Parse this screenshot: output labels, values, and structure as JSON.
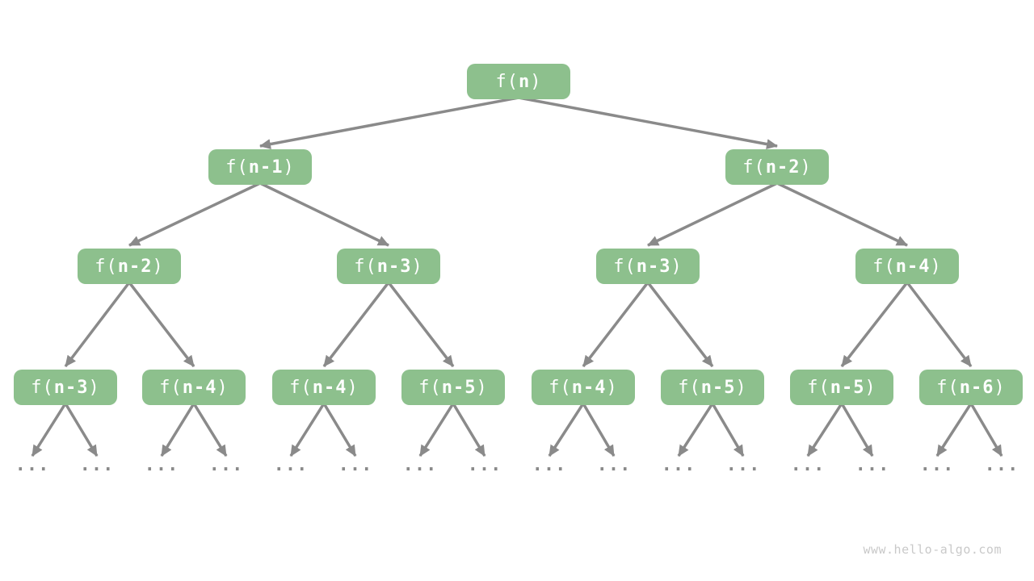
{
  "colors": {
    "background": "#ffffff",
    "node_fill": "#8dc08d",
    "node_text": "#ffffff",
    "arrow": "#8a8a8a",
    "dots": "#8a8a8a",
    "watermark": "#c9c9c9"
  },
  "watermark": "www.hello-algo.com",
  "tree": {
    "ellipsis": "...",
    "nodes": [
      {
        "pre": "f(",
        "arg": "n",
        "post": ")"
      },
      {
        "pre": "f(",
        "arg": "n-1",
        "post": ")"
      },
      {
        "pre": "f(",
        "arg": "n-2",
        "post": ")"
      },
      {
        "pre": "f(",
        "arg": "n-2",
        "post": ")"
      },
      {
        "pre": "f(",
        "arg": "n-3",
        "post": ")"
      },
      {
        "pre": "f(",
        "arg": "n-3",
        "post": ")"
      },
      {
        "pre": "f(",
        "arg": "n-4",
        "post": ")"
      },
      {
        "pre": "f(",
        "arg": "n-3",
        "post": ")"
      },
      {
        "pre": "f(",
        "arg": "n-4",
        "post": ")"
      },
      {
        "pre": "f(",
        "arg": "n-4",
        "post": ")"
      },
      {
        "pre": "f(",
        "arg": "n-5",
        "post": ")"
      },
      {
        "pre": "f(",
        "arg": "n-4",
        "post": ")"
      },
      {
        "pre": "f(",
        "arg": "n-5",
        "post": ")"
      },
      {
        "pre": "f(",
        "arg": "n-5",
        "post": ")"
      },
      {
        "pre": "f(",
        "arg": "n-6",
        "post": ")"
      }
    ]
  }
}
